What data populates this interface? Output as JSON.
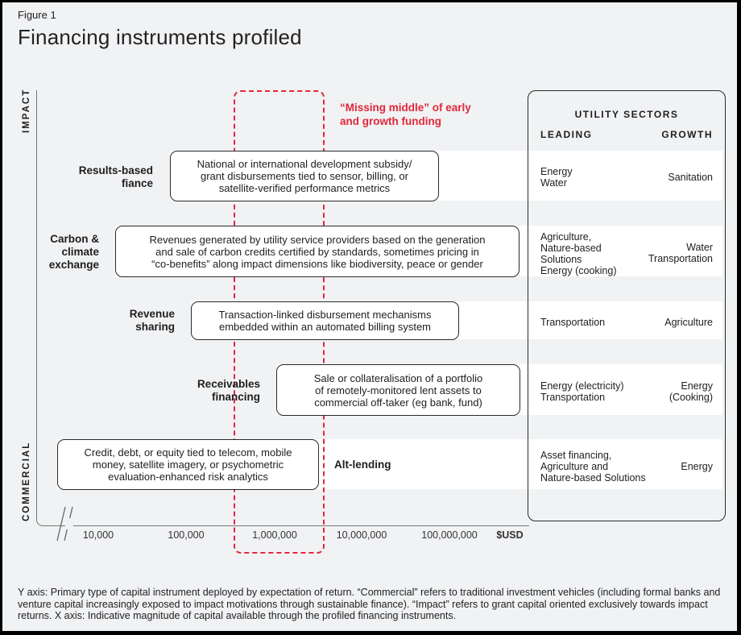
{
  "figure_label": "Figure 1",
  "title": "Financing instruments profiled",
  "y_axis": {
    "top": "IMPACT",
    "bottom": "COMMERCIAL"
  },
  "x_axis": {
    "ticks": [
      "10,000",
      "100,000",
      "1,000,000",
      "10,000,000",
      "100,000,000"
    ],
    "unit": "$USD"
  },
  "highlight": {
    "text_line1": "“Missing middle” of early",
    "text_line2": "and growth funding",
    "color": "#e0283a"
  },
  "utility_sectors": {
    "title": "UTILITY SECTORS",
    "leading": "LEADING",
    "growth": "GROWTH"
  },
  "rows": [
    {
      "label_l1": "Results-based",
      "label_l2": "fiance",
      "desc_l1": "National or international development subsidy/",
      "desc_l2": "grant disbursements tied to sensor, billing, or",
      "desc_l3": "satellite-verified performance metrics",
      "leading_l1": "Energy",
      "leading_l2": "Water",
      "growth_l1": "Sanitation"
    },
    {
      "label_l1": "Carbon &",
      "label_l2": "climate",
      "label_l3": "exchange",
      "desc_l1": "Revenues generated by utility service providers based on the generation",
      "desc_l2": "and sale of carbon credits certified by standards, sometimes pricing in",
      "desc_l3": "“co-benefits” along impact dimensions like biodiversity, peace or gender",
      "leading_l1": "Agriculture,",
      "leading_l2": "Nature-based",
      "leading_l3": "Solutions",
      "leading_l4": "Energy (cooking)",
      "growth_l1": "Water",
      "growth_l2": "Transportation"
    },
    {
      "label_l1": "Revenue",
      "label_l2": "sharing",
      "desc_l1": "Transaction-linked disbursement mechanisms",
      "desc_l2": "embedded within an automated billing system",
      "leading_l1": "Transportation",
      "growth_l1": "Agriculture"
    },
    {
      "label_l1": "Receivables",
      "label_l2": "financing",
      "desc_l1": "Sale or collateralisation of a portfolio",
      "desc_l2": "of remotely-monitored lent assets to",
      "desc_l3": "commercial off-taker (eg bank, fund)",
      "leading_l1": "Energy (electricity)",
      "leading_l2": "Transportation",
      "growth_l1": "Energy",
      "growth_l2": "(Cooking)"
    },
    {
      "label_l1": "Alt-lending",
      "desc_l1": "Credit, debt, or equity tied to telecom, mobile",
      "desc_l2": "money, satellite imagery, or psychometric",
      "desc_l3": "evaluation-enhanced risk analytics",
      "leading_l1": "Asset financing,",
      "leading_l2": "Agriculture and",
      "leading_l3": "Nature-based Solutions",
      "growth_l1": "Energy"
    }
  ],
  "note": "Y axis: Primary type of capital instrument deployed by expectation of return. “Commercial” refers to traditional investment vehicles (including formal banks and venture capital increasingly exposed to impact motivations through sustainable finance). “Impact” refers to grant capital oriented exclusively towards impact returns. X axis: Indicative magnitude of capital available through the profiled financing instruments."
}
